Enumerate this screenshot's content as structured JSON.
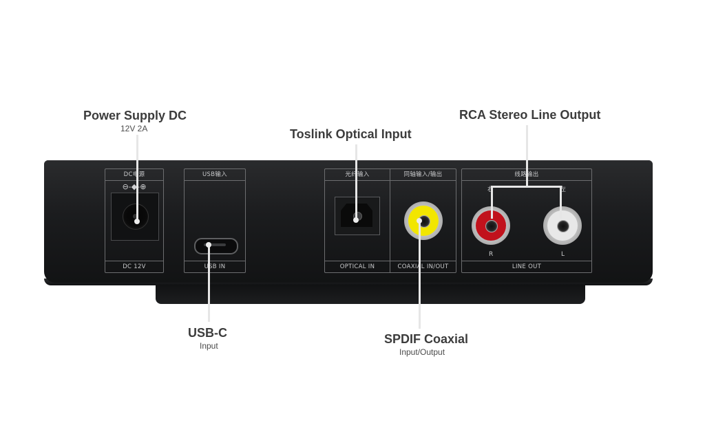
{
  "callouts": {
    "power": {
      "title": "Power Supply DC",
      "subtitle": "12V 2A"
    },
    "toslink": {
      "title": "Toslink Optical Input"
    },
    "rca": {
      "title": "RCA Stereo Line Output"
    },
    "usb": {
      "title": "USB-C",
      "subtitle": "Input"
    },
    "spdif": {
      "title": "SPDIF Coaxial",
      "subtitle": "Input/Output"
    }
  },
  "panels": {
    "dc": {
      "top_label": "DC电源",
      "polarity": "⊖-◆-⊕",
      "bottom_label": "DC 12V"
    },
    "usb": {
      "top_label": "USB输入",
      "bottom_label": "USB IN"
    },
    "optical": {
      "top_label": "光纤输入",
      "bottom_label": "OPTICAL IN"
    },
    "coaxial": {
      "top_label": "同轴输入/输出",
      "bottom_label": "COAXIAL IN/OUT"
    },
    "line_out": {
      "top_label": "线路输出",
      "bottom_label": "LINE OUT",
      "right_top": "右",
      "left_top": "左",
      "right_ch": "R",
      "left_ch": "L"
    }
  },
  "colors": {
    "device_body": "#1b1c1e",
    "coax_jack": "#f2e600",
    "rca_right": "#c1121c",
    "rca_left": "#e8e8e8",
    "leader_line": "#e6e6e6",
    "callout_text": "#3c3c3c"
  }
}
